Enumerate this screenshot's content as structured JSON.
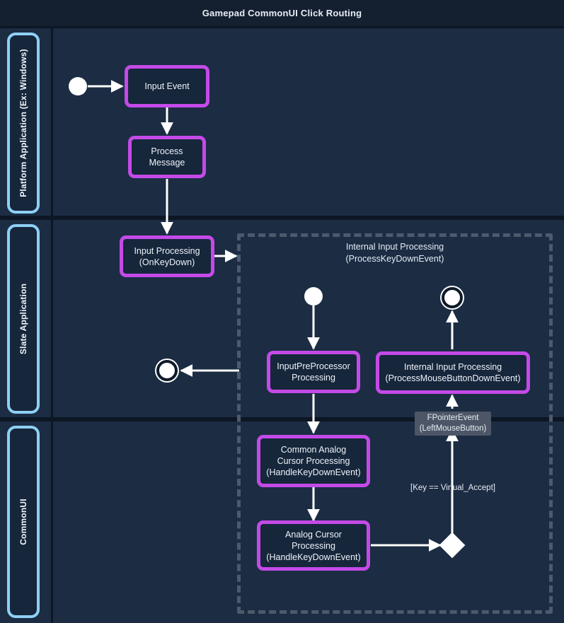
{
  "diagram": {
    "title": "Gamepad CommonUI Click Routing",
    "type": "activity-swimlane-flowchart",
    "colors": {
      "page_background": "#141f30",
      "lane_background": "#1b2c43",
      "lane_border": "#0d1623",
      "lane_label_border": "#8ed0f5",
      "node_border": "#c44ae8",
      "node_fill": "#16263b",
      "node_text": "#eef3f9",
      "edge": "#ffffff",
      "subgraph_border": "#4d5a6b",
      "edge_label_chip_bg": "#4c5667",
      "terminal_fill": "#ffffff"
    }
  },
  "lanes": [
    {
      "id": "lane-platform",
      "label": "Platform Application (Ex: Windows)"
    },
    {
      "id": "lane-slate",
      "label": "Slate Application"
    },
    {
      "id": "lane-commonui",
      "label": "CommonUI"
    }
  ],
  "subgraph": {
    "title_line1": "Internal Input Processing",
    "title_line2": "(ProcessKeyDownEvent)"
  },
  "nodes": [
    {
      "id": "start-platform",
      "type": "start",
      "label": ""
    },
    {
      "id": "input-event",
      "type": "activity",
      "label": "Input Event"
    },
    {
      "id": "process-message",
      "type": "activity",
      "label": "Process\nMessage"
    },
    {
      "id": "input-processing-onkeydown",
      "type": "activity",
      "label": "Input Processing\n(OnKeyDown)"
    },
    {
      "id": "end-slate",
      "type": "end",
      "label": ""
    },
    {
      "id": "start-subgraph",
      "type": "start",
      "label": ""
    },
    {
      "id": "end-subgraph",
      "type": "end",
      "label": ""
    },
    {
      "id": "inputpreprocessor-processing",
      "type": "activity",
      "label": "InputPreProcessor\nProcessing"
    },
    {
      "id": "internal-input-processing-mouse",
      "type": "activity",
      "label": "Internal Input Processing\n(ProcessMouseButtonDownEvent)"
    },
    {
      "id": "common-analog-cursor-processing",
      "type": "activity",
      "label": "Common Analog\nCursor Processing\n(HandleKeyDownEvent)"
    },
    {
      "id": "analog-cursor-processing",
      "type": "activity",
      "label": "Analog Cursor\nProcessing\n(HandleKeyDownEvent)"
    },
    {
      "id": "decision-virtual-accept",
      "type": "decision",
      "label": ""
    }
  ],
  "edge_labels": [
    {
      "id": "fpointerevent-label",
      "line1": "FPointerEvent",
      "line2": "(LeftMouseButton)",
      "style": "chip"
    },
    {
      "id": "virtual-accept-label",
      "line1": "[Key == Virtual_Accept]",
      "line2": "",
      "style": "plain"
    }
  ]
}
